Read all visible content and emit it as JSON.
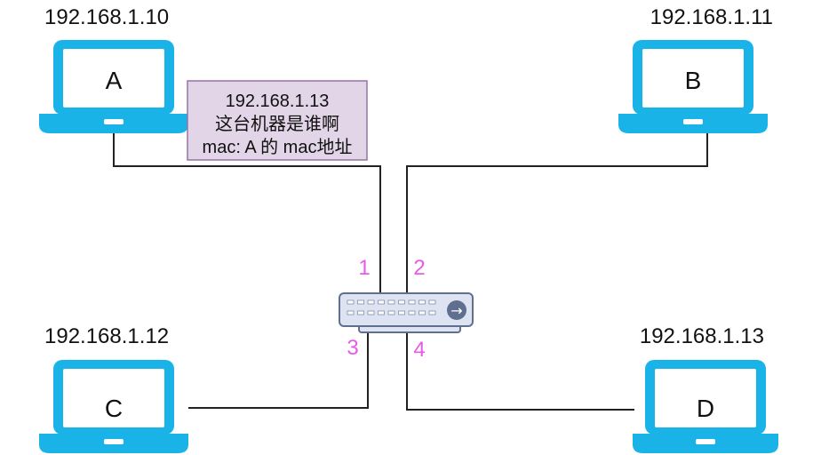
{
  "hosts": {
    "a": {
      "letter": "A",
      "ip": "192.168.1.10"
    },
    "b": {
      "letter": "B",
      "ip": "192.168.1.11"
    },
    "c": {
      "letter": "C",
      "ip": "192.168.1.12"
    },
    "d": {
      "letter": "D",
      "ip": "192.168.1.13"
    }
  },
  "switch": {
    "ports": [
      "1",
      "2",
      "3",
      "4"
    ],
    "arrow_glyph": "→"
  },
  "arp_request": {
    "line1": "192.168.1.13",
    "line2": "这台机器是谁啊",
    "line3": "mac: A 的 mac地址"
  },
  "colors": {
    "laptop": "#1ab3e8",
    "laptop_screen": "#ffffff",
    "switch_body": "#dde3f0",
    "switch_border": "#5f6f8f",
    "port_label": "#e85ae6",
    "note_fill": "#e1d5e7",
    "note_border": "#9673a6"
  }
}
